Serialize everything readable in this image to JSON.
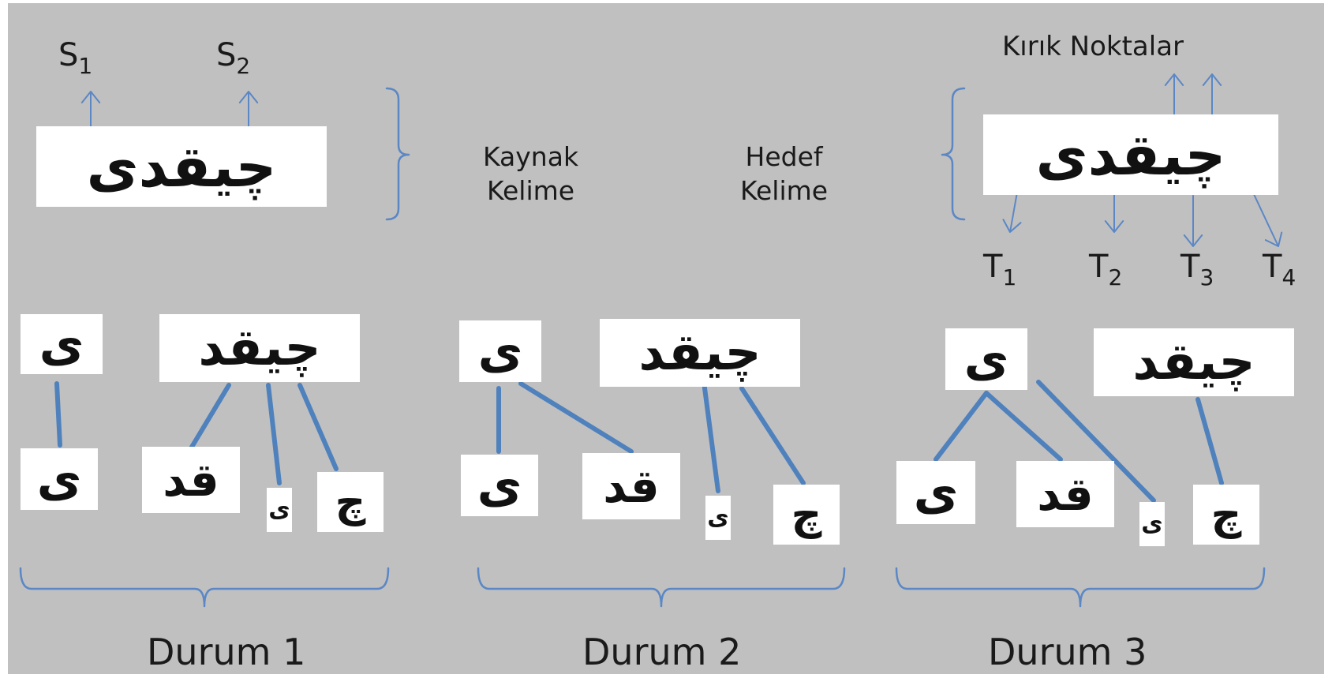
{
  "source_word": {
    "arabic": "چیقدی",
    "symbols": [
      {
        "letter": "S",
        "sub": "1"
      },
      {
        "letter": "S",
        "sub": "2"
      }
    ]
  },
  "middle_labels": {
    "source": {
      "line1": "Kaynak",
      "line2": "Kelime"
    },
    "target": {
      "line1": "Hedef",
      "line2": "Kelime"
    }
  },
  "target_word": {
    "arabic": "چیقدی",
    "breakpoints_label": "Kırık Noktalar",
    "symbols": [
      {
        "letter": "T",
        "sub": "1"
      },
      {
        "letter": "T",
        "sub": "2"
      },
      {
        "letter": "T",
        "sub": "3"
      },
      {
        "letter": "T",
        "sub": "4"
      }
    ]
  },
  "cases": [
    {
      "label": "Durum 1",
      "source_parts": [
        "ی",
        "چیقد"
      ],
      "target_parts": [
        "ی",
        "قد",
        "ی",
        "چ"
      ]
    },
    {
      "label": "Durum 2",
      "source_parts": [
        "ی",
        "چیقد"
      ],
      "target_parts": [
        "ی",
        "قد",
        "ی",
        "چ"
      ]
    },
    {
      "label": "Durum 3",
      "source_parts": [
        "ی",
        "چیقد"
      ],
      "target_parts": [
        "ی",
        "قد",
        "ی",
        "چ"
      ]
    }
  ],
  "colors": {
    "background": "#c0c0c0",
    "connector": "#4f81bd",
    "bracket": "#5b87c5",
    "arrow": "#5b87c5",
    "word_box": "#ffffff"
  }
}
